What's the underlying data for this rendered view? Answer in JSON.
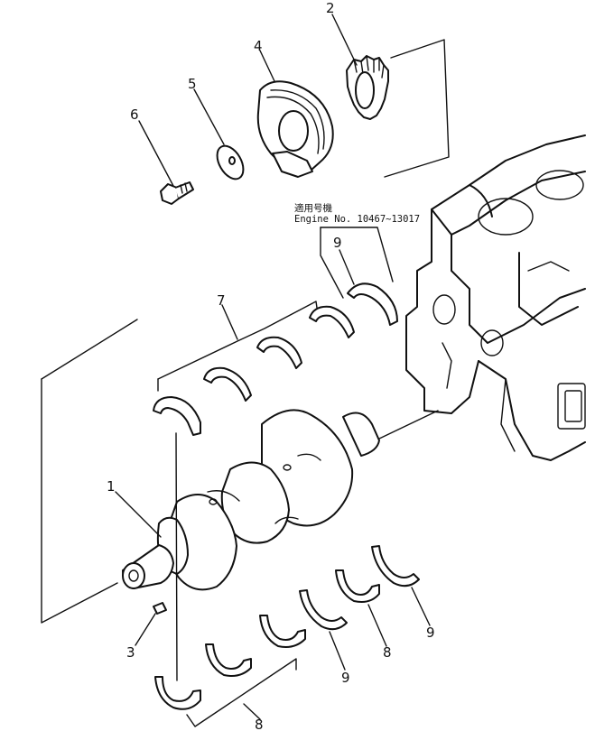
{
  "applicability_note": {
    "line1": "適用号機",
    "line2": "Engine No. 10467~13017"
  },
  "callouts": {
    "crankshaft": "1",
    "gear": "2",
    "key": "3",
    "pulley": "4",
    "washer": "5",
    "bolt": "6",
    "upper_bearing_set": "7",
    "lower_bearing_set": "8",
    "thrust_washer_upper": "9",
    "thrust_washer_lower_a": "9",
    "thrust_washer_lower_b": "9",
    "lower_bearing_single": "8"
  }
}
